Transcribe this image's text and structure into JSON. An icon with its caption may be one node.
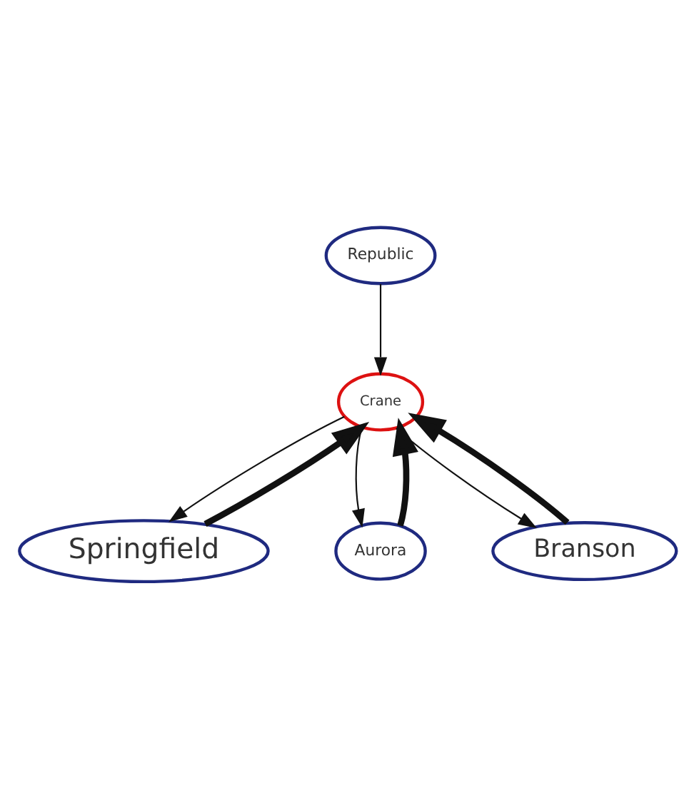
{
  "diagram": {
    "nodes": [
      {
        "text": [
          "Republic"
        ]
      },
      {
        "text": [
          "Springfield"
        ]
      },
      {
        "text": [
          "Aurora"
        ]
      },
      {
        "text": [
          "Crane"
        ]
      },
      {
        "text": [
          "Branson"
        ]
      }
    ],
    "edges": [
      {
        "from": 0,
        "to": 3,
        "arrow": "to"
      },
      {
        "from": 1,
        "to": 3,
        "arrow": "to",
        "style": "thick"
      },
      {
        "from": 3,
        "to": 1,
        "arrow": "to"
      },
      {
        "from": 2,
        "to": 3,
        "arrow": "to",
        "style": "thick"
      },
      {
        "from": 3,
        "to": 2,
        "arrow": "to"
      },
      {
        "from": 3,
        "to": 4,
        "arrow": "to"
      },
      {
        "from": 4,
        "to": 3,
        "arrow": "to",
        "style": "thick"
      }
    ]
  }
}
